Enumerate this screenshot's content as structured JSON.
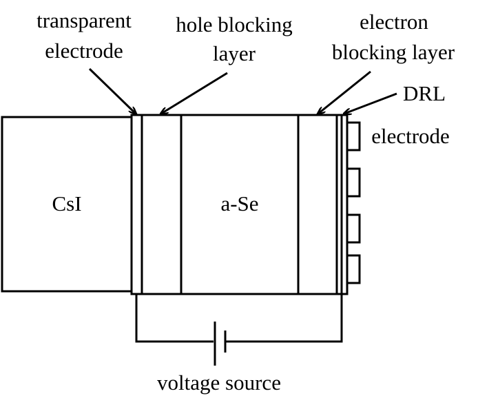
{
  "labels": {
    "transparent_electrode_line1": "transparent",
    "transparent_electrode_line2": "electrode",
    "hole_blocking_line1": "hole blocking",
    "hole_blocking_line2": "layer",
    "electron_blocking_line1": "electron",
    "electron_blocking_line2": "blocking layer",
    "drl": "DRL",
    "electrode": "electrode",
    "csi": "CsI",
    "a_se": "a-Se",
    "voltage_source": "voltage source"
  },
  "colors": {
    "stroke": "#000000",
    "background": "#ffffff"
  }
}
